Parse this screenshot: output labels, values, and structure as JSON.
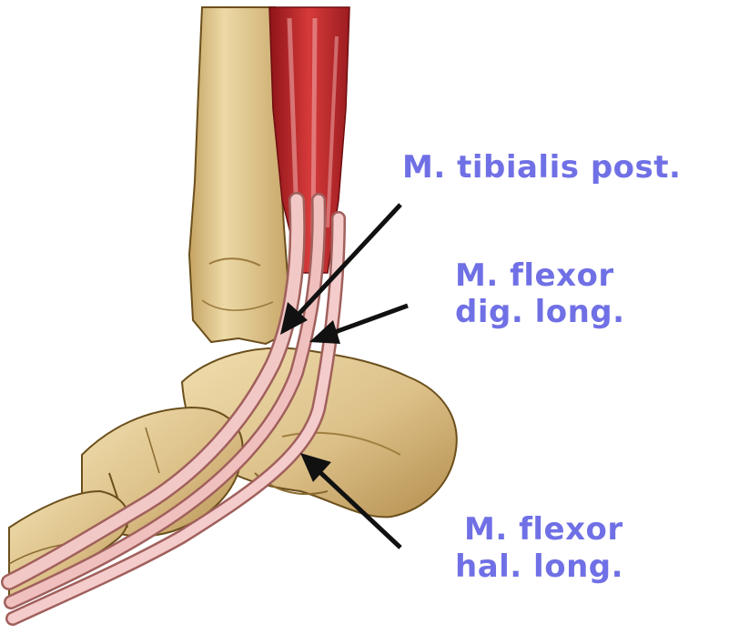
{
  "labels": {
    "tibialis_post": "M. tibialis post.",
    "flexor_dig_line1": "M. flexor",
    "flexor_dig_line2": "dig. long.",
    "flexor_hal_line1": "M. flexor",
    "flexor_hal_line2": "hal. long."
  },
  "colors": {
    "label": "#7070e6",
    "bone": "#e2cc93",
    "bone_shadow": "#b48e4e",
    "bone_outline": "#6b4f1c",
    "muscle": "#c8282e",
    "tendon": "#f0c4c4",
    "arrow": "#111111"
  }
}
